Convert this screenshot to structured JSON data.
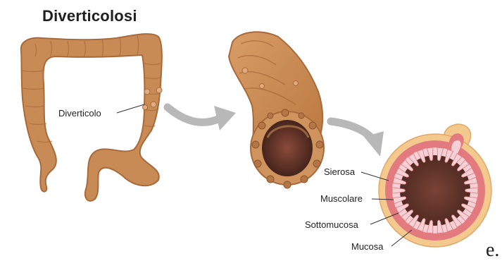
{
  "title": "Diverticolosi",
  "labels": {
    "diverticolo": "Diverticolo",
    "sierosa": "Sierosa",
    "muscolare": "Muscolare",
    "sottomucosa": "Sottomucosa",
    "mucosa": "Mucosa"
  },
  "trailing_char": "e.",
  "colors": {
    "colon": "#c98b55",
    "colon_dark": "#a96a3b",
    "arrow": "#b8b8b8",
    "lumen": "#6a3a2a",
    "sierosa": "#f3c98e",
    "muscolare": "#e27a7f",
    "mucosa_fold": "#f5d0d4"
  }
}
